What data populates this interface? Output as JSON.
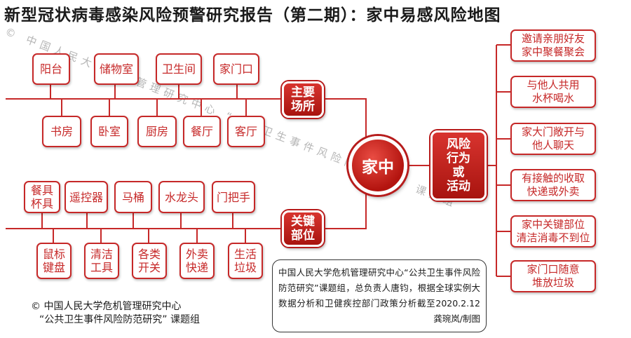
{
  "title": "新型冠状病毒感染风险预警研究报告（第二期）：家中易感风险地图",
  "center_label": "家中",
  "categories": {
    "main_places": "主要\n场所",
    "key_parts": "关键\n部位",
    "risk_behaviors": "风险\n行为\n或\n活动"
  },
  "places_top": [
    "阳台",
    "储物室",
    "卫生间",
    "家门口"
  ],
  "places_bottom": [
    "书房",
    "卧室",
    "厨房",
    "餐厅",
    "客厅"
  ],
  "parts_top": [
    "餐具\n杯具",
    "遥控器",
    "马桶",
    "水龙头",
    "门把手"
  ],
  "parts_bottom": [
    "鼠标\n键盘",
    "清洁\n工具",
    "各类\n开关",
    "外卖\n快递",
    "生活\n垃圾"
  ],
  "behaviors": [
    "邀请亲朋好友\n家中聚餐聚会",
    "与他人共用\n水杯喝水",
    "家大门敞开与\n他人聊天",
    "有接触的收取\n快递或外卖",
    "家中关键部位\n清洁消毒不到位",
    "家门口随意\n堆放垃圾"
  ],
  "note": "中国人民大学危机管理研究中心“公共卫生事件风险防范研究”课题组，总负责人唐钧，根据全球实例大数据分析和卫健疾控部门政策分析截至2020.2.12龚琬岚/制图",
  "copyright_line1": "© 中国人民大学危机管理研究中心",
  "copyright_line2": "“公共卫生事件风险防范研究” 课题组",
  "watermark": "© 中国人民大学危机管理研究中心 “公共卫生事件风险防范研究” 课题组",
  "colors": {
    "accent": "#c62828",
    "category_fill": "#b3140f"
  }
}
